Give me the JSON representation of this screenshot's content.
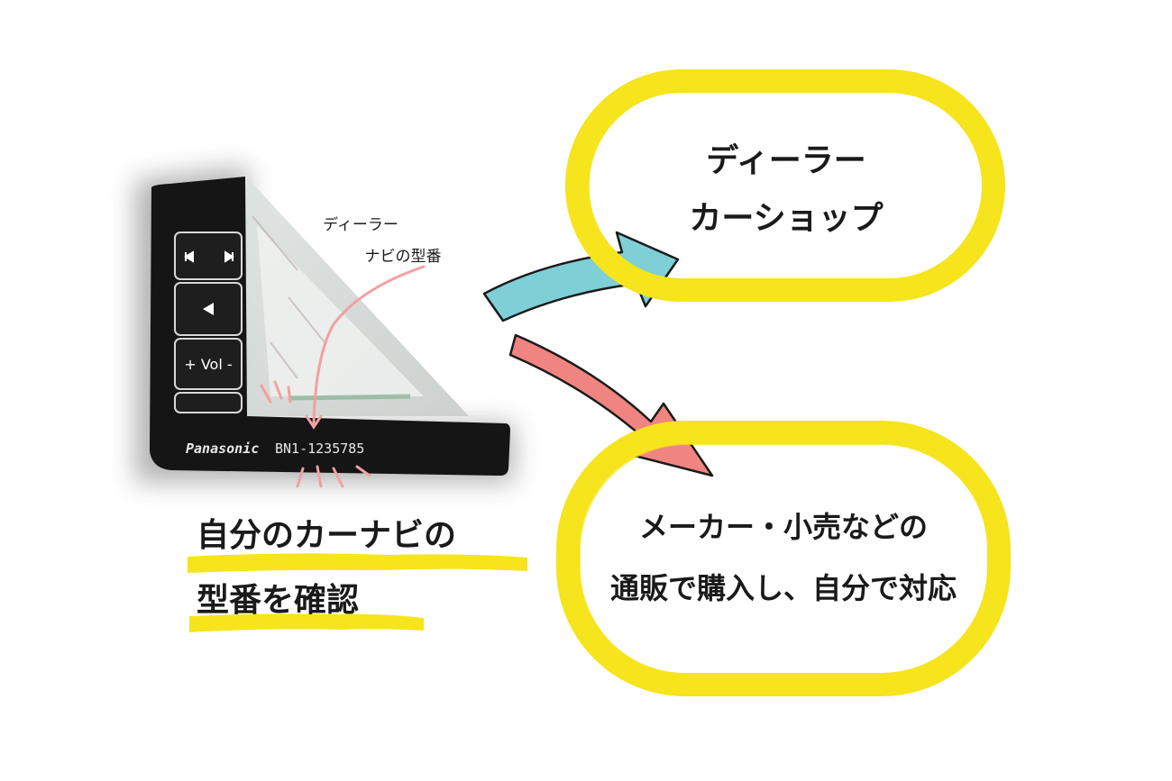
{
  "navi": {
    "brand": "Panasonic",
    "model_number": "BN1-1235785",
    "vol_label": "+ Vol -",
    "annotation": {
      "line1": "ディーラー",
      "line2": "ナビの型番"
    }
  },
  "caption": {
    "line1": "自分のカーナビの",
    "line2": "型番を確認"
  },
  "option_dealer": {
    "line1": "ディーラー",
    "line2": "カーショップ"
  },
  "option_self": {
    "line1": "メーカー・小売などの",
    "line2": "通販で購入し、自分で対応"
  },
  "colors": {
    "highlight_yellow": "#f6e41c",
    "arrow_cyan": "#7ecfd6",
    "arrow_red": "#f08480",
    "pointer_pink": "#f2a0a0",
    "navi_body": "#151515"
  }
}
